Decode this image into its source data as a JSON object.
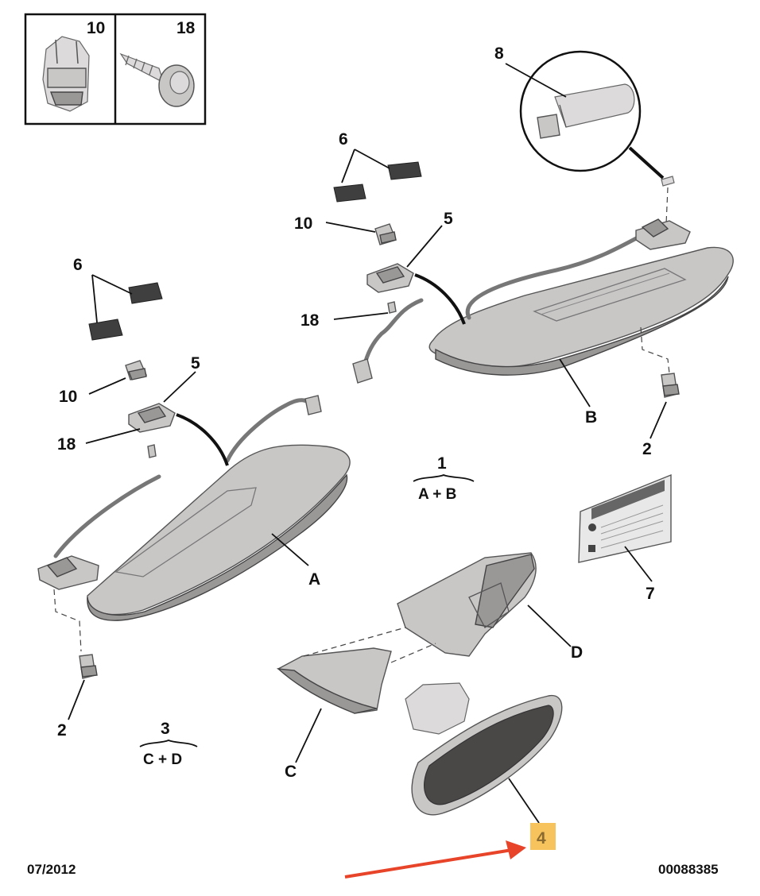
{
  "inset": {
    "left_label": "10",
    "right_label": "18"
  },
  "labels": {
    "p1": "1",
    "p1_sub": "A + B",
    "p2a": "2",
    "p2b": "2",
    "p3": "3",
    "p3_sub": "C + D",
    "p4": "4",
    "p5a": "5",
    "p5b": "5",
    "p6a": "6",
    "p6b": "6",
    "p7": "7",
    "p8": "8",
    "p10a": "10",
    "p10b": "10",
    "p18a": "18",
    "p18b": "18",
    "A": "A",
    "B": "B",
    "C": "C",
    "D": "D"
  },
  "footer": {
    "date": "07/2012",
    "ref": "00088385"
  },
  "colors": {
    "highlight": "#f7c35c",
    "arrow": "#e8442a"
  }
}
